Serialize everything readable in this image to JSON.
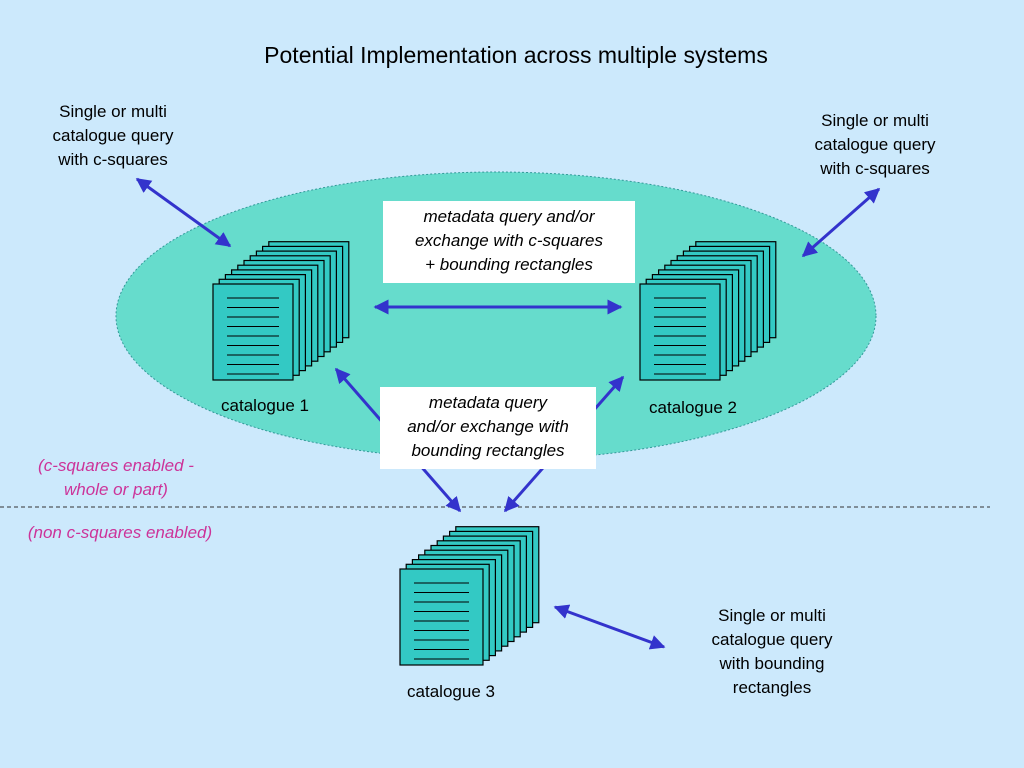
{
  "title": "Potential Implementation across multiple systems",
  "queries": {
    "top_left": [
      "Single or multi",
      "catalogue query",
      "with c-squares"
    ],
    "top_right": [
      "Single or multi",
      "catalogue query",
      "with c-squares"
    ],
    "bottom_right": [
      "Single or multi",
      "catalogue query",
      "with bounding",
      "rectangles"
    ]
  },
  "boxes": {
    "top": [
      "metadata query and/or",
      "exchange with c-squares",
      "+ bounding rectangles"
    ],
    "middle": [
      "metadata query",
      "and/or exchange with",
      "bounding rectangles"
    ]
  },
  "catalogues": {
    "c1": "catalogue 1",
    "c2": "catalogue 2",
    "c3": "catalogue 3"
  },
  "zones": {
    "enabled": [
      "(c-squares enabled -",
      "whole or part)"
    ],
    "non_enabled": "(non c-squares enabled)"
  },
  "colors": {
    "background": "#cce9fc",
    "ellipse": "#66dccc",
    "document": "#33c9c4",
    "arrow": "#3333cc",
    "zone_text": "#cc3399"
  }
}
